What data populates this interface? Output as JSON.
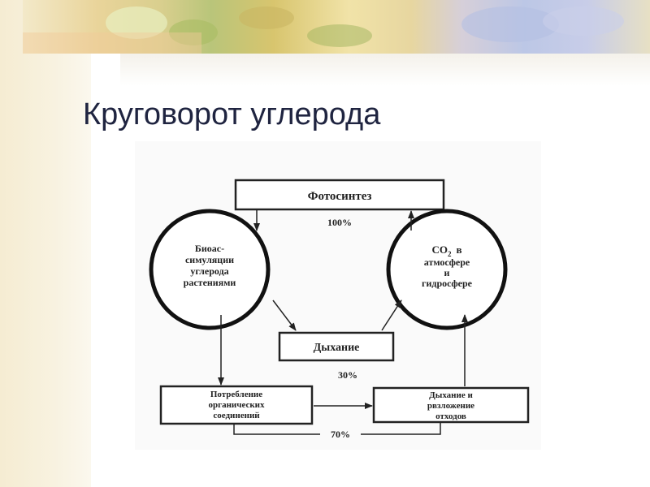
{
  "slide": {
    "title": "Круговорот углерода"
  },
  "diagram": {
    "photosynthesis": "Фотосинтез",
    "percent_100": "100%",
    "bioassimilation": [
      "Биоас-",
      "симуляции",
      "углерода",
      "растениями"
    ],
    "co2_line1_prefix": "CO",
    "co2_subscript": "2",
    "co2_line1_suffix": "в",
    "co2_lines": [
      "атмосфере",
      "и",
      "гидросфере"
    ],
    "respiration": "Дыхание",
    "percent_30": "30%",
    "consumption": [
      "Потребление",
      "органических",
      "соединений"
    ],
    "decomposition": [
      "Дыхание и",
      "рвзложение",
      "отходов"
    ],
    "percent_70": "70%"
  }
}
